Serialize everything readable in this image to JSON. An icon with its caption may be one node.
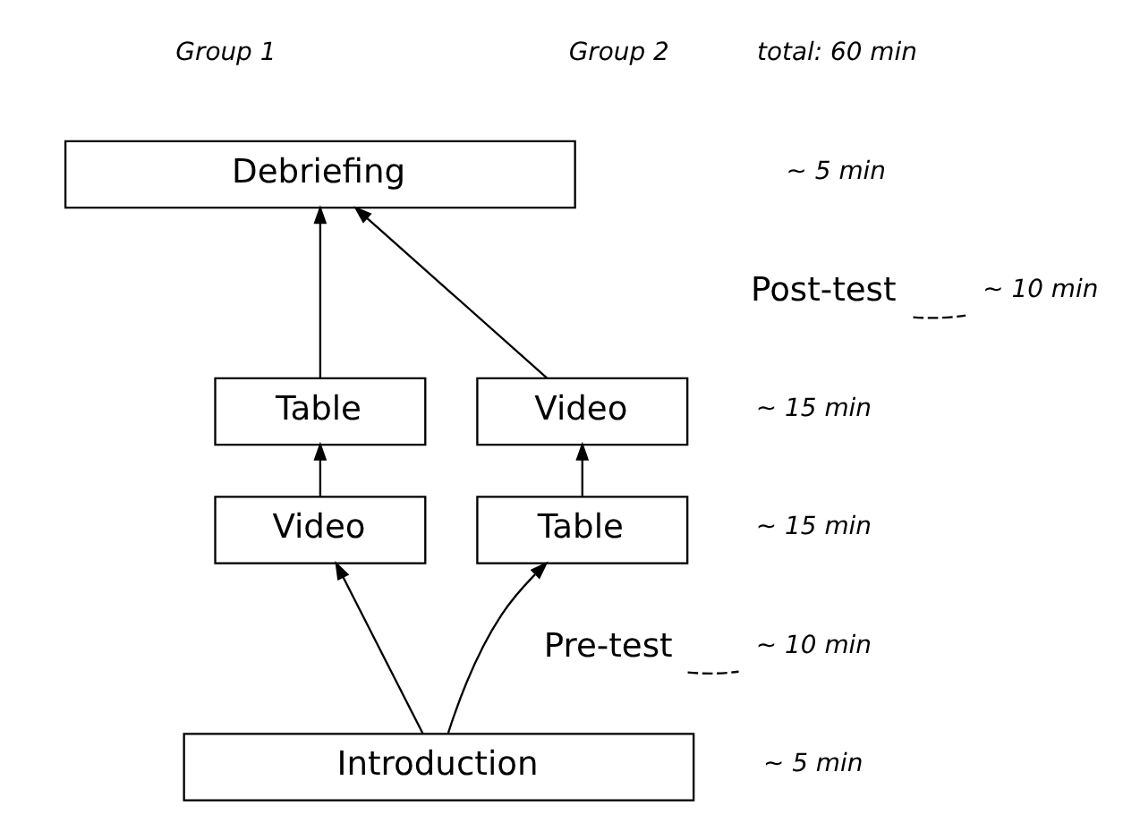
{
  "diagram": {
    "nodes": [
      {
        "text": [
          "Debriefing"
        ]
      },
      {
        "text": [
          "Table"
        ]
      },
      {
        "text": [
          "Video"
        ]
      },
      {
        "text": [
          "Video"
        ]
      },
      {
        "text": [
          "Table"
        ]
      },
      {
        "text": [
          "Introduction"
        ]
      }
    ],
    "edges": [
      {
        "from": 5,
        "to": 3,
        "arrow": "to"
      },
      {
        "from": 5,
        "to": 4,
        "arrow": "to"
      },
      {
        "from": 3,
        "to": 1,
        "arrow": "to"
      },
      {
        "from": 4,
        "to": 2,
        "arrow": "to"
      },
      {
        "from": 1,
        "to": 0,
        "arrow": "to"
      },
      {
        "from": 2,
        "to": 0,
        "arrow": "to"
      }
    ],
    "labels": [
      "Group 1",
      "Group 2",
      "total: 60 min",
      "~ 5 min",
      "Post-test",
      "~ 10 min",
      "~ 15 min",
      "~ 15 min",
      "Pre-test",
      "~ 10 min",
      "~ 5 min"
    ]
  }
}
